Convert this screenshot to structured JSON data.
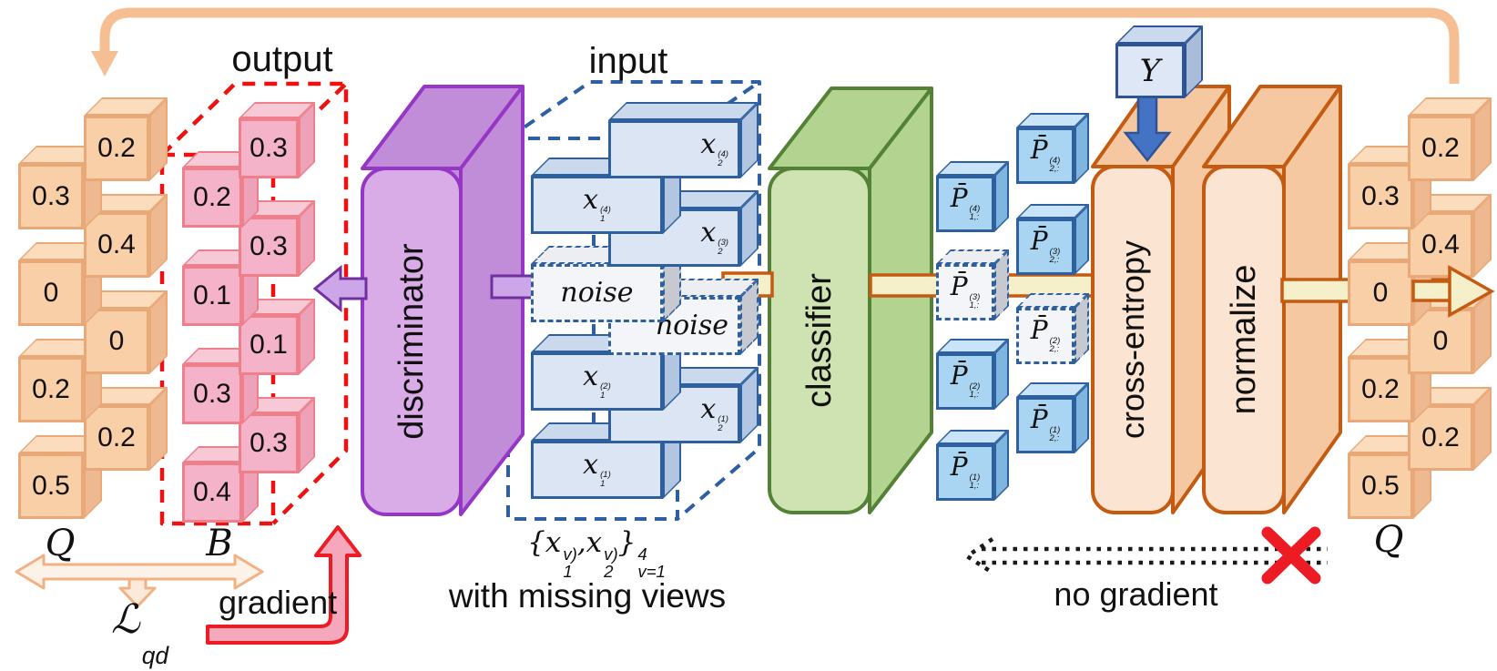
{
  "stacks": {
    "q_left": {
      "label": "Q",
      "back": [
        "0.2",
        "0.4",
        "0",
        "0.2"
      ],
      "front": [
        "0.3",
        "0",
        "0.2",
        "0.5"
      ]
    },
    "b_out": {
      "caption": "output",
      "label": "B",
      "back": [
        "0.3",
        "0.3",
        "0.1",
        "0.3"
      ],
      "front": [
        "0.2",
        "0.1",
        "0.3",
        "0.4"
      ]
    },
    "input": {
      "caption": "input",
      "front": [
        {
          "base": "x",
          "sup": "(4)",
          "sub": "1"
        },
        {
          "text": "noise",
          "dashed": true
        },
        {
          "base": "x",
          "sup": "(2)",
          "sub": "1"
        },
        {
          "base": "x",
          "sup": "(1)",
          "sub": "1"
        }
      ],
      "back": [
        {
          "base": "x",
          "sup": "(4)",
          "sub": "2"
        },
        {
          "base": "x",
          "sup": "(3)",
          "sub": "2"
        },
        {
          "text": "noise",
          "dashed": true
        },
        {
          "base": "x",
          "sup": "(1)",
          "sub": "2"
        }
      ]
    },
    "p_bar": {
      "front": [
        {
          "base": "P̄",
          "sup": "(4)",
          "sub": "1,:"
        },
        {
          "base": "P̄",
          "sup": "(3)",
          "sub": "1,:",
          "dashed": true
        },
        {
          "base": "P̄",
          "sup": "(2)",
          "sub": "1,:"
        },
        {
          "base": "P̄",
          "sup": "(1)",
          "sub": "1,:"
        }
      ],
      "back": [
        {
          "base": "P̄",
          "sup": "(4)",
          "sub": "2,:"
        },
        {
          "base": "P̄",
          "sup": "(3)",
          "sub": "2,:"
        },
        {
          "base": "P̄",
          "sup": "(2)",
          "sub": "2,:",
          "dashed": true
        },
        {
          "base": "P̄",
          "sup": "(1)",
          "sub": "2,:"
        }
      ]
    },
    "q_right": {
      "label": "Q",
      "back": [
        "0.2",
        "0.4",
        "0",
        "0.2"
      ],
      "front": [
        "0.3",
        "0",
        "0.2",
        "0.5"
      ]
    },
    "y": {
      "label": "Y"
    }
  },
  "blocks": {
    "discriminator": "discriminator",
    "classifier": "classifier",
    "cross_entropy": "cross-entropy",
    "normalize": "normalize"
  },
  "captions": {
    "gradient": "gradient",
    "no_gradient": "no gradient",
    "with_missing_views": "with missing views",
    "loss": [
      {
        "t": "ℒ",
        "sub": "qd"
      }
    ],
    "set_expr": [
      {
        "t": "{"
      },
      {
        "t": "x",
        "sup": "v)",
        "sub": "1"
      },
      {
        "t": ","
      },
      {
        "t": "x",
        "sup": "v)",
        "sub": "2"
      },
      {
        "t": "}",
        "sup": "4",
        "sub": "v=1"
      }
    ]
  },
  "colors": {
    "cube_orange": "#f9cfa7",
    "cube_pink": "#f4b3c8",
    "cube_blue": "#a9d5f2",
    "input_box": "#dbe5f4",
    "purple": "#d9ace8",
    "green": "#cfe3b2",
    "peach": "#fbe4d2",
    "orange_border": "#c55a11",
    "red": "#ed1c24",
    "feedback_arrow": "#f5bf93",
    "connector": "#f5efca",
    "blue_arrow": "#4472c4"
  }
}
